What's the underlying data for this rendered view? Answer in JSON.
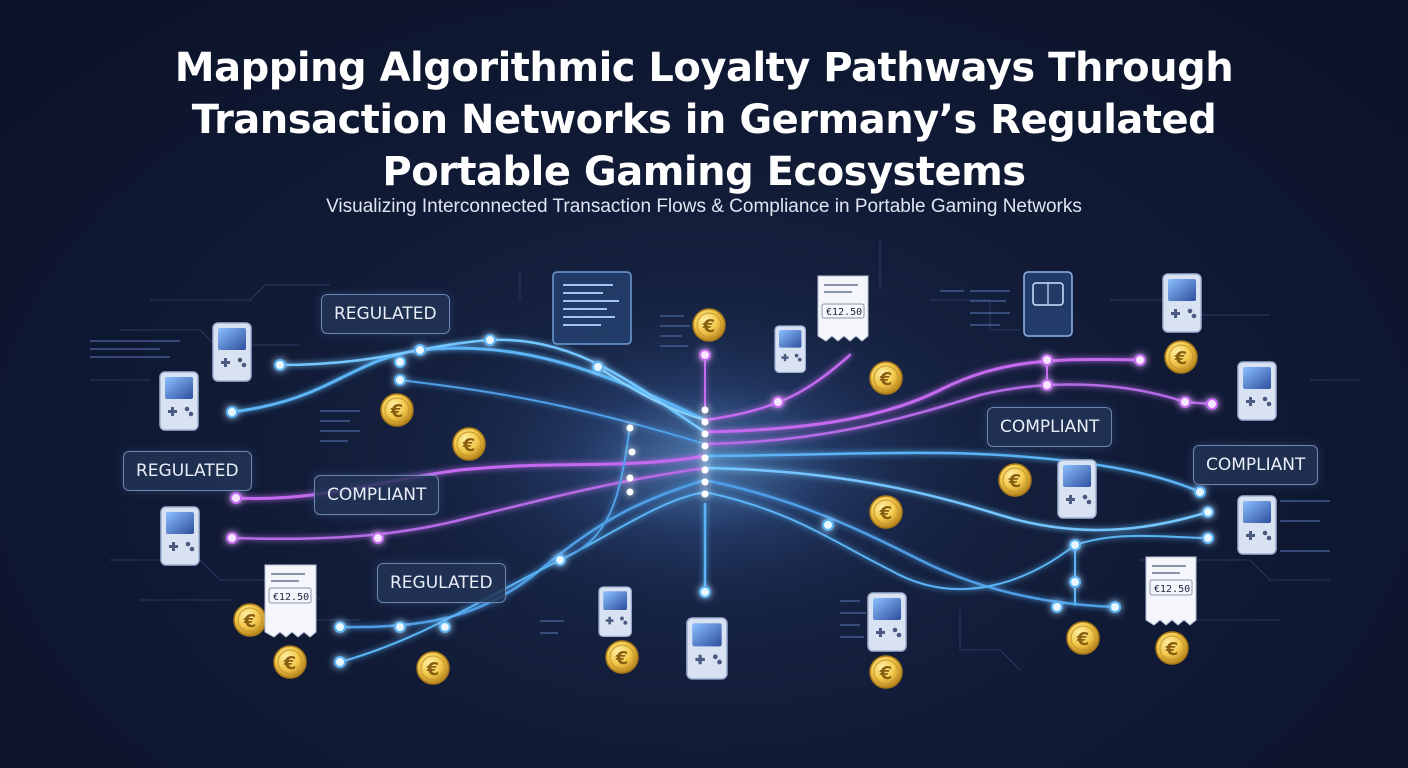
{
  "header": {
    "title_lines": [
      "Mapping Algorithmic Loyalty Pathways Through",
      "Transaction Networks in Germany’s Regulated",
      "Portable Gaming Ecosystems"
    ],
    "subtitle": "Visualizing Interconnected Transaction Flows & Compliance in Portable Gaming Networks"
  },
  "tags": [
    {
      "id": "regulated-1",
      "label": "REGULATED"
    },
    {
      "id": "regulated-2",
      "label": "REGULATED"
    },
    {
      "id": "regulated-3",
      "label": "REGULATED"
    },
    {
      "id": "compliant-1",
      "label": "COMPLIANT"
    },
    {
      "id": "compliant-2",
      "label": "COMPLIANT"
    },
    {
      "id": "compliant-3",
      "label": "COMPLIANT"
    }
  ],
  "receipts": [
    {
      "id": "receipt-top",
      "amount": "€12.50"
    },
    {
      "id": "receipt-left",
      "amount": "€12.50"
    },
    {
      "id": "receipt-right",
      "amount": "€12.50"
    }
  ],
  "coin_symbol": "€",
  "colors": {
    "background": "#111b36",
    "flow_blue": "#5ab4f5",
    "flow_purple": "#c56bf0",
    "coin_gold": "#f2c94c",
    "tag_border": "#6f86b0"
  },
  "icons": [
    "handheld-console-icon",
    "euro-coin-icon",
    "receipt-icon",
    "data-panel-icon"
  ]
}
